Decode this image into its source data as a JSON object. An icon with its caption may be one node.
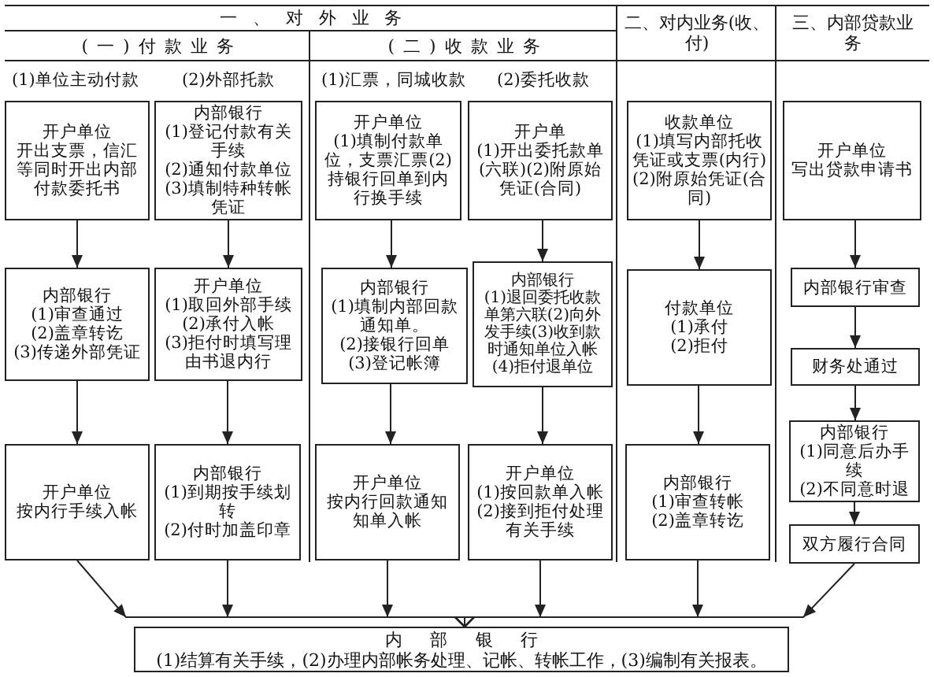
{
  "diagram": {
    "nodes": [
      {
        "text": [
          "一、对外业务"
        ]
      },
      {
        "text": [
          "(一)付款业务"
        ],
        "in": 0
      },
      {
        "text": [
          "开户单位",
          "开出支票，信汇等同时开出内部付款委托书"
        ],
        "in": 1
      },
      {
        "text": [
          "内部银行",
          "(1)登记付款有关手续",
          "(2)通知付款单位",
          "(3)填制特种转帐凭证"
        ],
        "in": 1
      },
      {
        "text": [
          "内部银行",
          "(1)审查通过",
          "(2)盖章转讫",
          "(3)传递外部凭证"
        ],
        "in": 1
      },
      {
        "text": [
          "开户单位",
          "(1)取回外部手续",
          "(2)承付入帐",
          "(3)拒付时填写理由书退内行"
        ],
        "in": 1
      },
      {
        "text": [
          "开户单位",
          "按内行手续入帐"
        ],
        "in": 1
      },
      {
        "text": [
          "内部银行",
          "(1)到期按手续划转",
          "(2)付时加盖印章"
        ],
        "in": 1
      },
      {
        "text": [
          "(二)收款业务"
        ],
        "in": 0
      },
      {
        "text": [
          "开户单位",
          "(1)填制付款单位，支票汇票(2)持银行回单到内行换手续"
        ],
        "in": 8
      },
      {
        "text": [
          "开户单",
          "(1)开出委托款单(六联)(2)附原始凭证(合同)"
        ],
        "in": 8
      },
      {
        "text": [
          "内部银行",
          "(1)填制内部回款通知单。",
          "(2)接银行回单",
          "(3)登记帐簿"
        ],
        "in": 8
      },
      {
        "text": [
          "内部银行",
          "(1)退回委托收款单第六联(2)向外发手续(3)收到款时通知单位入帐(4)拒付退单位"
        ],
        "in": 8
      },
      {
        "text": [
          "开户单位",
          "按内行回款通知知单入帐"
        ],
        "in": 8
      },
      {
        "text": [
          "开户单位",
          "(1)按回款单入帐",
          "(2)接到拒付处理有关手续"
        ],
        "in": 8
      },
      {
        "text": [
          "二、对内业务(收、付)"
        ]
      },
      {
        "text": [
          "收款单位",
          "(1)填写内部托收凭证或支票(内行)(2)附原始凭证(合同)"
        ],
        "in": 15
      },
      {
        "text": [
          "付款单位",
          "(1)承付",
          "(2)拒付"
        ],
        "in": 15
      },
      {
        "text": [
          "内部银行",
          "(1)审查转帐",
          "(2)盖章转讫"
        ],
        "in": 15
      },
      {
        "text": [
          "三、内部贷款业务"
        ]
      },
      {
        "text": [
          "开户单位",
          "写出贷款申请书"
        ],
        "in": 19
      },
      {
        "text": [
          "内部银行审查"
        ],
        "in": 19
      },
      {
        "text": [
          "财务处通过"
        ],
        "in": 19
      },
      {
        "text": [
          "内部银行",
          "(1)同意后办手续",
          "(2)不同意时退"
        ],
        "in": 19
      },
      {
        "text": [
          "双方履行合同"
        ],
        "in": 19
      },
      {
        "text": [
          "内部银行",
          "(1)结算有关手续，(2)办理内部帐务处理、记帐、转帐工作，(3)编制有关报表。"
        ]
      }
    ],
    "edges": [
      {
        "from": 2,
        "to": 4,
        "arrow": "to"
      },
      {
        "from": 4,
        "to": 6,
        "arrow": "to"
      },
      {
        "from": 3,
        "to": 5,
        "arrow": "to"
      },
      {
        "from": 5,
        "to": 7,
        "arrow": "to"
      },
      {
        "from": 9,
        "to": 11,
        "arrow": "to"
      },
      {
        "from": 11,
        "to": 13,
        "arrow": "to"
      },
      {
        "from": 10,
        "to": 12,
        "arrow": "to"
      },
      {
        "from": 12,
        "to": 14,
        "arrow": "to"
      },
      {
        "from": 16,
        "to": 17,
        "arrow": "to"
      },
      {
        "from": 17,
        "to": 18,
        "arrow": "to"
      },
      {
        "from": 20,
        "to": 21,
        "arrow": "to"
      },
      {
        "from": 21,
        "to": 22,
        "arrow": "to"
      },
      {
        "from": 22,
        "to": 23,
        "arrow": "to"
      },
      {
        "from": 23,
        "to": 24,
        "arrow": "to"
      },
      {
        "from": 6,
        "to": 25,
        "arrow": "to"
      },
      {
        "from": 7,
        "to": 25,
        "arrow": "to"
      },
      {
        "from": 13,
        "to": 25,
        "arrow": "to"
      },
      {
        "from": 14,
        "to": 25,
        "arrow": "to"
      },
      {
        "from": 18,
        "to": 25,
        "arrow": "to"
      },
      {
        "from": 24,
        "to": 25,
        "arrow": "to"
      }
    ],
    "labels": [
      "(1)单位主动付款",
      "(2)外部托款",
      "(1)汇票，同城收款",
      "(2)委托收款"
    ]
  }
}
